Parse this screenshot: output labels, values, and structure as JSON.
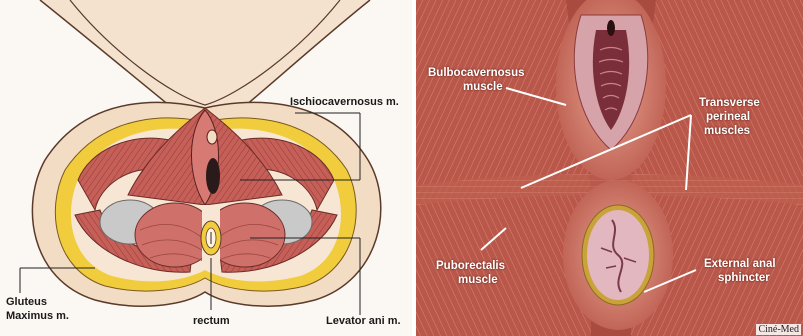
{
  "left_diagram": {
    "labels": {
      "ischiocavernosus": "Ischiocavernosus m.",
      "gluteus_line1": "Gluteus",
      "gluteus_line2": "Maximus m.",
      "rectum": "rectum",
      "levator_ani": "Levator ani m."
    },
    "colors": {
      "skin": "#f3dcc4",
      "fat": "#f1cc3c",
      "muscle": "#c55c56",
      "outline": "#5a3a2a"
    }
  },
  "right_illustration": {
    "labels": {
      "bulbocavernosus_line1": "Bulbocavernosus",
      "bulbocavernosus_line2": "muscle",
      "transverse_line1": "Transverse",
      "transverse_line2": "perineal",
      "transverse_line3": "muscles",
      "puborectalis_line1": "Puborectalis",
      "puborectalis_line2": "muscle",
      "external_line1": "External anal",
      "external_line2": "sphincter"
    },
    "watermark": "Ciné-Med",
    "colors": {
      "muscle": "#b9584a",
      "highlight": "#e3a08e",
      "orifice": "#d8a9b2",
      "ring": "#c9a23a"
    }
  }
}
